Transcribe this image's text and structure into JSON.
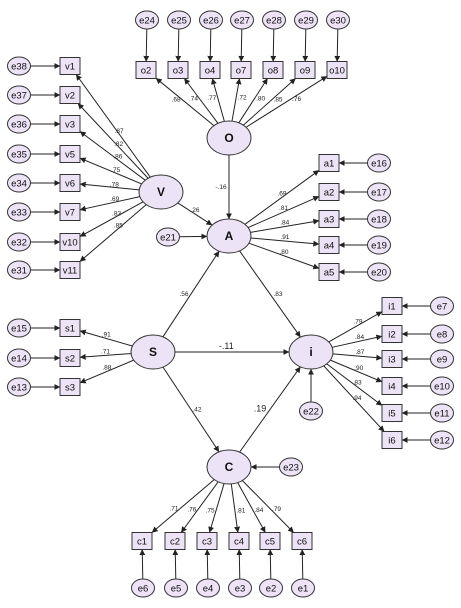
{
  "nodes": {
    "O": "O",
    "V": "V",
    "A": "A",
    "S": "S",
    "I": "i",
    "C": "C",
    "o2": "o2",
    "o3": "o3",
    "o4": "o4",
    "o7": "o7",
    "o8": "o8",
    "o9": "o9",
    "o10": "o10",
    "v1": "v1",
    "v2": "v2",
    "v3": "v3",
    "v5": "v5",
    "v6": "v6",
    "v7": "v7",
    "v10": "v10",
    "v11": "v11",
    "a1": "a1",
    "a2": "a2",
    "a3": "a3",
    "a4": "a4",
    "a5": "a5",
    "s1": "s1",
    "s2": "s2",
    "s3": "s3",
    "i1": "i1",
    "i2": "i2",
    "i3": "i3",
    "i4": "i4",
    "i5": "i5",
    "i6": "i6",
    "c1": "c1",
    "c2": "c2",
    "c3": "c3",
    "c4": "c4",
    "c5": "c5",
    "c6": "c6",
    "e1": "e1",
    "e2": "e2",
    "e3": "e3",
    "e4": "e4",
    "e5": "e5",
    "e6": "e6",
    "e7": "e7",
    "e8": "e8",
    "e9": "e9",
    "e10": "e10",
    "e11": "e11",
    "e12": "e12",
    "e13": "e13",
    "e14": "e14",
    "e15": "e15",
    "e16": "e16",
    "e17": "e17",
    "e18": "e18",
    "e19": "e19",
    "e20": "e20",
    "e21": "e21",
    "e22": "e22",
    "e23": "e23",
    "e24": "e24",
    "e25": "e25",
    "e26": "e26",
    "e27": "e27",
    "e28": "e28",
    "e29": "e29",
    "e30": "e30",
    "e31": "e31",
    "e32": "e32",
    "e33": "e33",
    "e34": "e34",
    "e35": "e35",
    "e36": "e36",
    "e37": "e37",
    "e38": "e38"
  },
  "coefficients": {
    "O_o2": ".68",
    "O_o3": ".74",
    "O_o4": ".77",
    "O_o7": ".72",
    "O_o8": ".80",
    "O_o9": ".85",
    "O_o10": ".76",
    "V_v1": ".87",
    "V_v2": ".82",
    "V_v3": ".86",
    "V_v5": ".75",
    "V_v6": ".78",
    "V_v7": ".69",
    "V_v10": ".83",
    "V_v11": ".85",
    "O_A": "-.16",
    "V_A": ".26",
    "A_a1": ".69",
    "A_a2": ".81",
    "A_a3": ".84",
    "A_a4": ".91",
    "A_a5": ".80",
    "S_s1": ".91",
    "S_s2": ".71",
    "S_s3": ".88",
    "S_A": ".56",
    "S_I": "-.11",
    "S_C": ".42",
    "A_I": ".83",
    "C_I": ".19",
    "I_i1": ".79",
    "I_i2": ".84",
    "I_i3": ".87",
    "I_i4": ".90",
    "I_i5": ".83",
    "I_i6": ".94",
    "C_c1": ".71",
    "C_c2": ".76",
    "C_c3": ".75",
    "C_c4": ".81",
    "C_c5": ".84",
    "C_c6": ".79"
  },
  "colors": {
    "fill": "#ece4f6",
    "stroke": "#333333"
  }
}
